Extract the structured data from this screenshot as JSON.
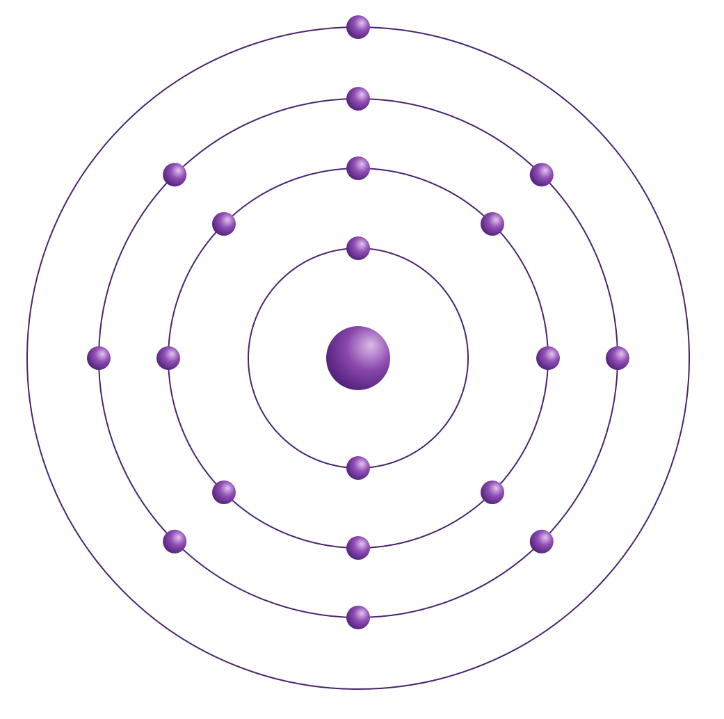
{
  "diagram": {
    "type": "bohr-model",
    "colors": {
      "background": "#ffffff",
      "orbit_stroke": "#4a2370",
      "electron_light": "#e2c6ef",
      "electron_mid": "#9150b5",
      "electron_dark": "#4e1f78",
      "nucleus_light": "#dcbbe8",
      "nucleus_mid": "#8a47ad",
      "nucleus_dark": "#4e1f78"
    },
    "nucleus": {
      "label": ""
    },
    "shells": [
      {
        "shell": 1,
        "electron_count": 2,
        "electron_angles_deg": [
          -90,
          90
        ]
      },
      {
        "shell": 2,
        "electron_count": 8,
        "electron_angles_deg": [
          -90,
          -45,
          0,
          45,
          90,
          135,
          180,
          -135
        ]
      },
      {
        "shell": 3,
        "electron_count": 8,
        "electron_angles_deg": [
          -90,
          -45,
          0,
          45,
          90,
          135,
          180,
          -135
        ]
      },
      {
        "shell": 4,
        "electron_count": 1,
        "electron_angles_deg": [
          -90
        ]
      }
    ],
    "total_electrons": 19
  }
}
